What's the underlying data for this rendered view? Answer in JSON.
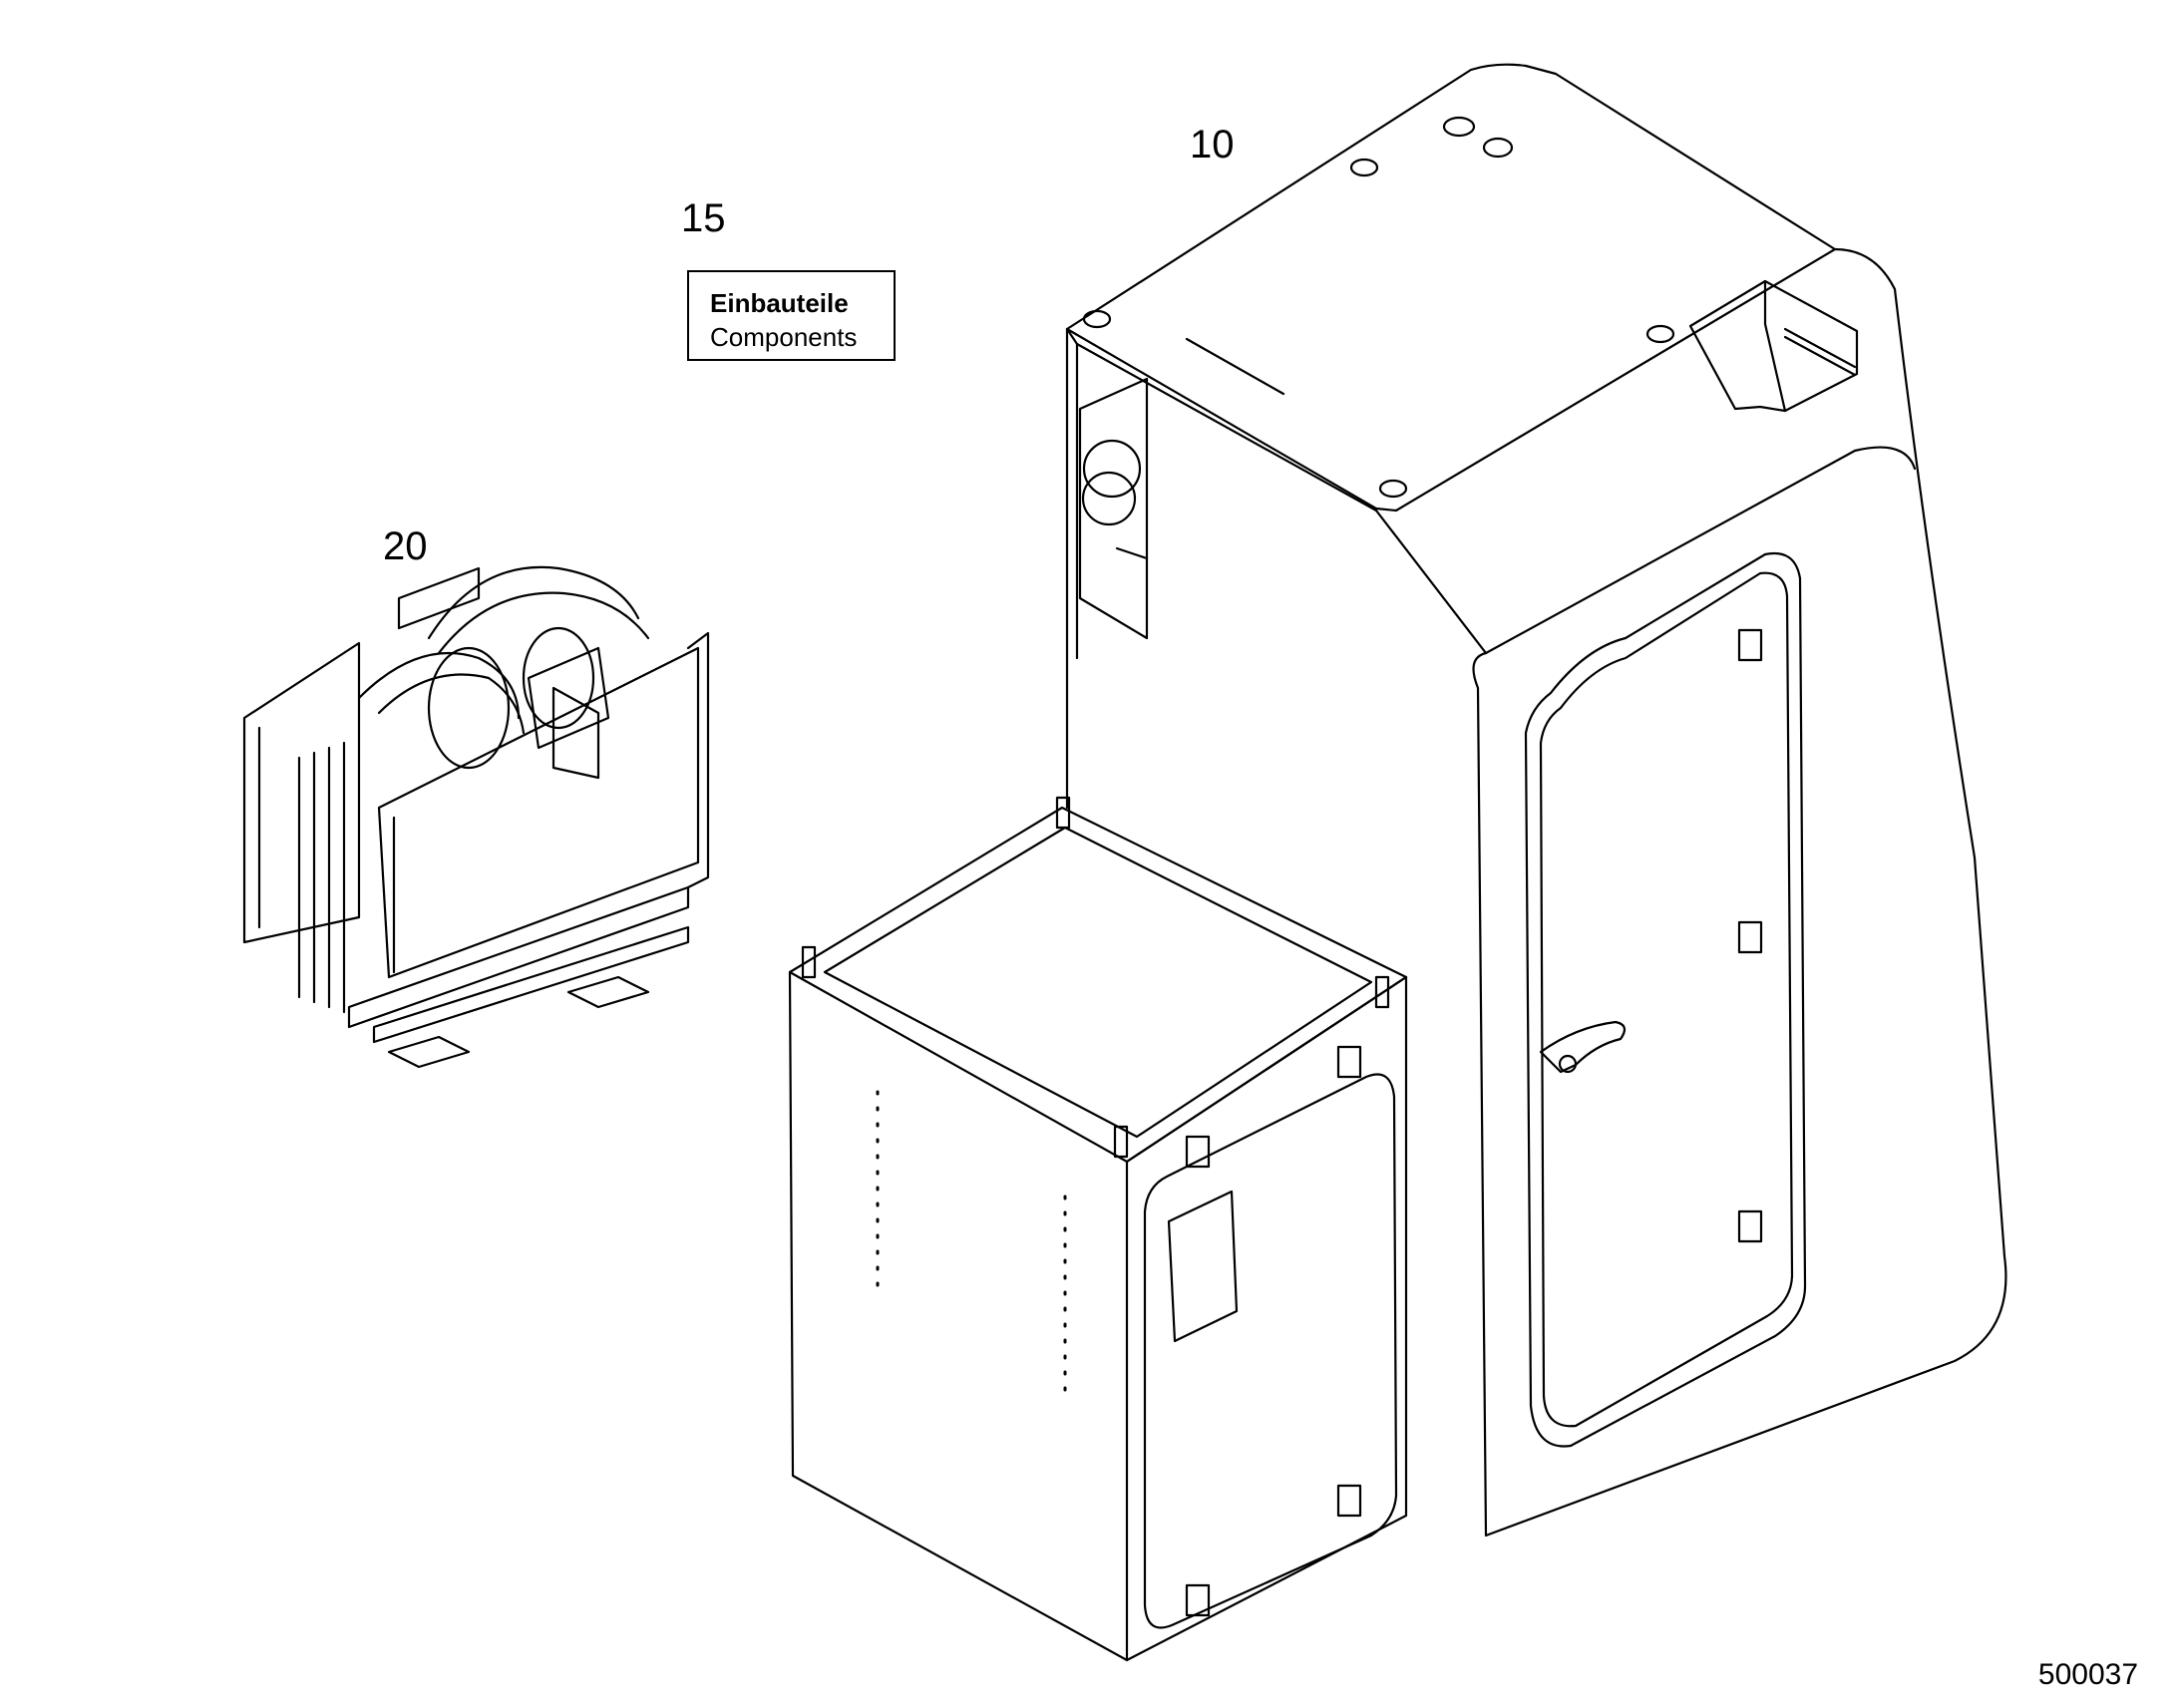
{
  "callouts": {
    "item_10": "10",
    "item_15": "15",
    "item_20": "20"
  },
  "label_box": {
    "german": "Einbauteile",
    "english": "Components"
  },
  "drawing_number": "500037",
  "colors": {
    "line": "#000000",
    "background": "#ffffff"
  }
}
